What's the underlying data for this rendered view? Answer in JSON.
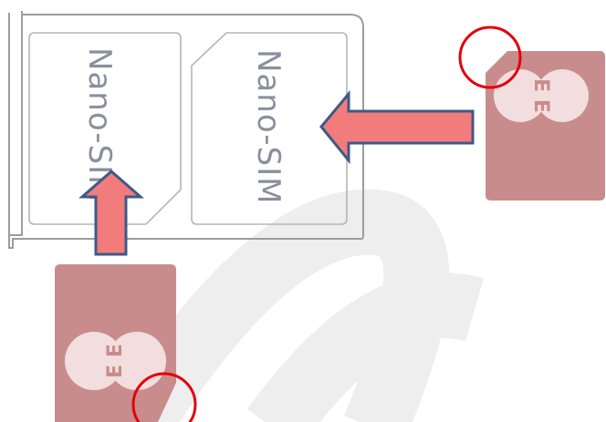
{
  "tray": {
    "slot_left_label": "Nano-SIM",
    "slot_right_label": "Nano-SIM"
  },
  "sim_cards": {
    "left_logo_text": "E E",
    "right_logo_text": "E E"
  },
  "colors": {
    "tray_stroke": "#9c9c9c",
    "slot_label": "#8a8f9c",
    "sim_body": "#c98c8c",
    "sim_logo": "#f2dede",
    "arrow_fill": "#f27b7b",
    "arrow_stroke": "#3d5a86",
    "highlight_circle": "#e5000a",
    "watermark": "#eeeeee"
  }
}
